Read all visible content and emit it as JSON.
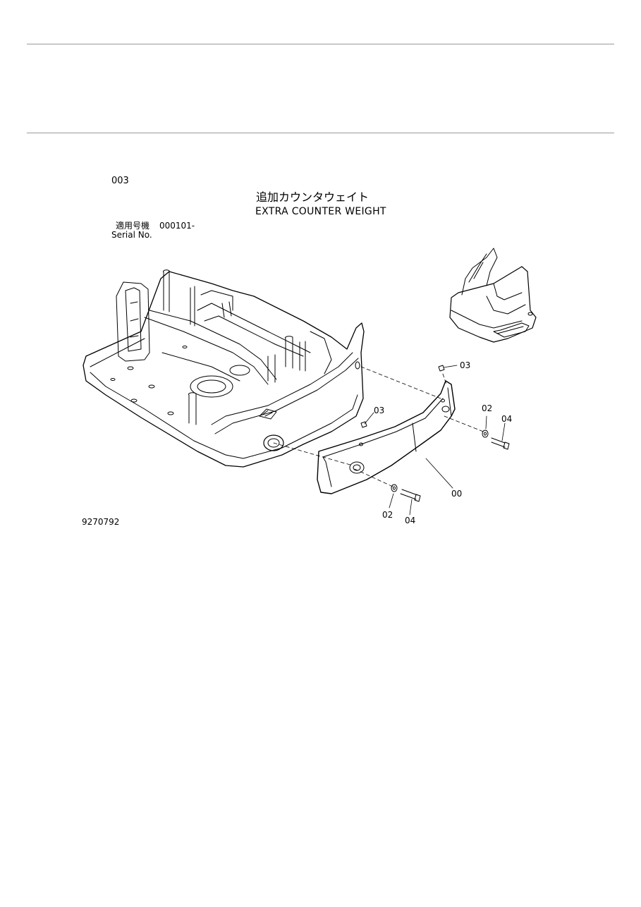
{
  "header": {
    "section_code": "003",
    "title_jp": "追加カウンタウェイト",
    "title_en": "EXTRA COUNTER WEIGHT"
  },
  "applicability": {
    "label_jp": "適用号機",
    "serial_range": "000101-",
    "label_en": "Serial No."
  },
  "callouts": {
    "counterweight_body": "00",
    "washer_right": "02",
    "bolt_right": "04",
    "plug_top": "03",
    "plug_middle": "03",
    "washer_left": "02",
    "bolt_left": "04"
  },
  "figure_number": "9270792"
}
